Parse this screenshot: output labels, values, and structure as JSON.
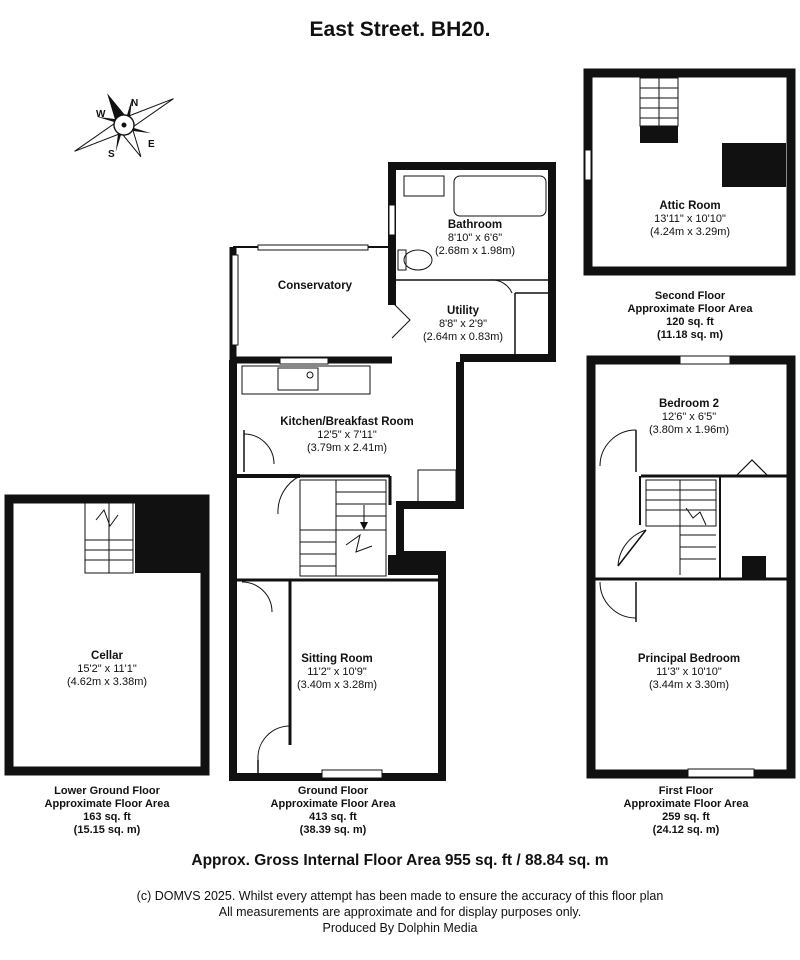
{
  "title": "East Street. BH20.",
  "rooms": {
    "bathroom": {
      "name": "Bathroom",
      "imperial": "8'10\" x 6'6\"",
      "metric": "(2.68m x 1.98m)"
    },
    "conservatory": {
      "name": "Conservatory"
    },
    "utility": {
      "name": "Utility",
      "imperial": "8'8\" x 2'9\"",
      "metric": "(2.64m x 0.83m)"
    },
    "kitchen": {
      "name": "Kitchen/Breakfast Room",
      "imperial": "12'5\" x 7'11\"",
      "metric": "(3.79m x 2.41m)"
    },
    "sitting": {
      "name": "Sitting Room",
      "imperial": "11'2\" x 10'9\"",
      "metric": "(3.40m x 3.28m)"
    },
    "attic": {
      "name": "Attic Room",
      "imperial": "13'11\" x 10'10\"",
      "metric": "(4.24m x 3.29m)"
    },
    "bedroom2": {
      "name": "Bedroom 2",
      "imperial": "12'6\" x 6'5\"",
      "metric": "(3.80m x 1.96m)"
    },
    "principal": {
      "name": "Principal Bedroom",
      "imperial": "11'3\" x 10'10\"",
      "metric": "(3.44m x 3.30m)"
    },
    "cellar": {
      "name": "Cellar",
      "imperial": "15'2\" x 11'1\"",
      "metric": "(4.62m x 3.38m)"
    }
  },
  "floors": {
    "second": {
      "name": "Second Floor",
      "label": "Approximate Floor Area",
      "sqft": "120 sq. ft",
      "sqm": "(11.18 sq. m)"
    },
    "lower": {
      "name": "Lower Ground Floor",
      "label": "Approximate Floor Area",
      "sqft": "163 sq. ft",
      "sqm": "(15.15 sq. m)"
    },
    "ground": {
      "name": "Ground Floor",
      "label": "Approximate Floor Area",
      "sqft": "413 sq. ft",
      "sqm": "(38.39 sq. m)"
    },
    "first": {
      "name": "First Floor",
      "label": "Approximate Floor Area",
      "sqft": "259 sq. ft",
      "sqm": "(24.12 sq. m)"
    }
  },
  "compass": {
    "n": "N",
    "e": "E",
    "s": "S",
    "w": "W"
  },
  "gross_area": "Approx. Gross Internal Floor Area 955 sq. ft / 88.84 sq. m",
  "footer": {
    "line1": "(c) DOMVS 2025. Whilst every attempt has been made to ensure the accuracy of this floor plan",
    "line2": "All measurements are approximate and for display purposes only.",
    "line3": "Produced By Dolphin Media"
  }
}
